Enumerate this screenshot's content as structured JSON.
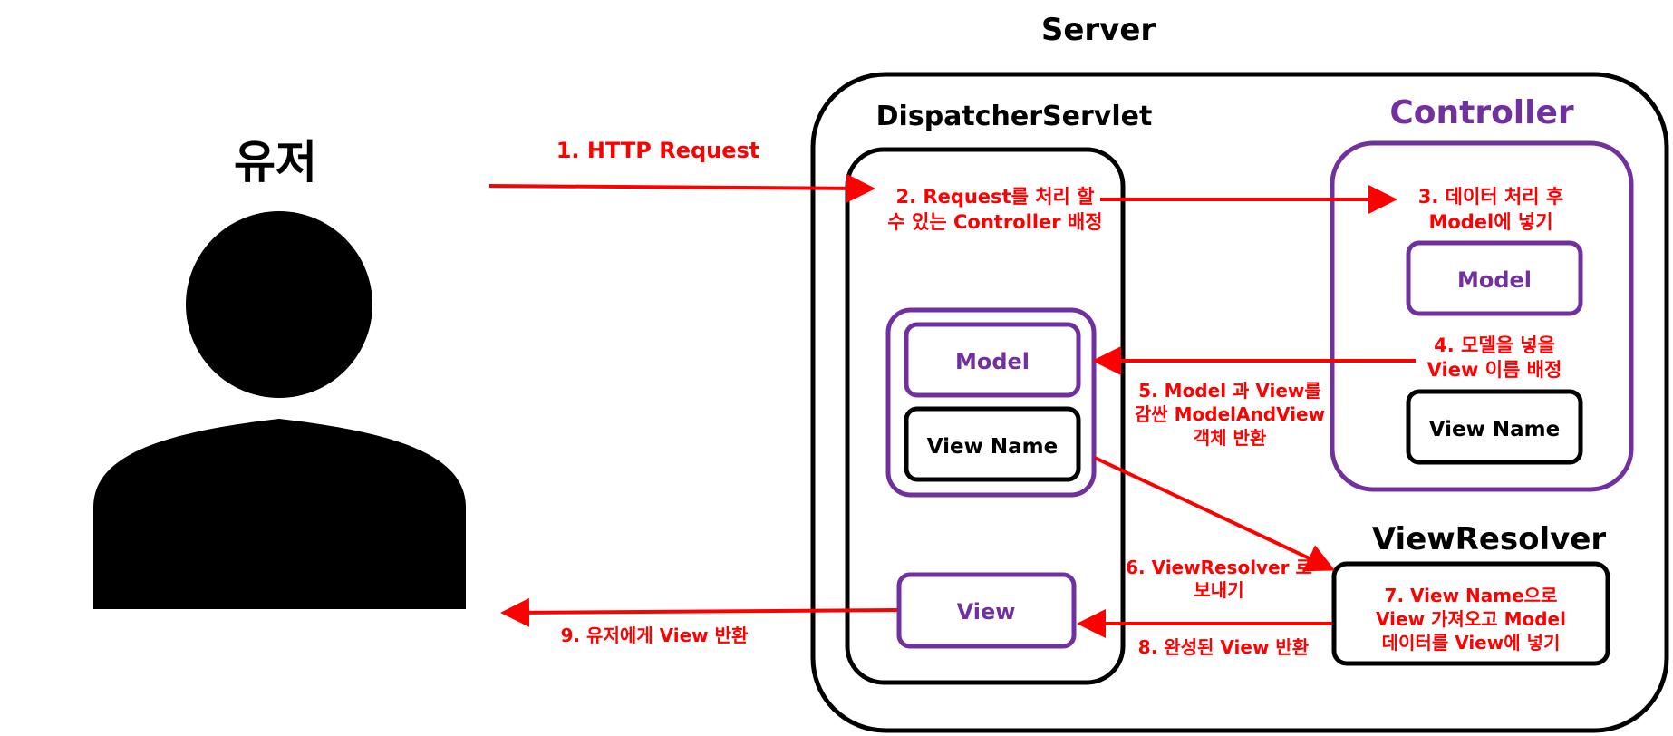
{
  "title": "Server",
  "user": {
    "label": "유저"
  },
  "dispatcher": {
    "title": "DispatcherServlet",
    "model_label": "Model",
    "view_name_label": "View Name",
    "view_label": "View"
  },
  "controller": {
    "title": "Controller",
    "model_label": "Model",
    "view_name_label": "View Name"
  },
  "view_resolver": {
    "title": "ViewResolver"
  },
  "steps": {
    "s1": "1. HTTP Request",
    "s2_line1": "2. Request를 처리 할",
    "s2_line2": "수 있는 Controller 배정",
    "s3_line1": "3. 데이터 처리 후",
    "s3_line2": "Model에 넣기",
    "s4_line1": "4. 모델을 넣을",
    "s4_line2": "View 이름 배정",
    "s5_line1": "5. Model 과 View를",
    "s5_line2": "감싼 ModelAndView",
    "s5_line3": "객체 반환",
    "s6_line1": "6. ViewResolver 로",
    "s6_line2": "보내기",
    "s7_line1": "7. View Name으로",
    "s7_line2": "View 가져오고 Model",
    "s7_line3": "데이터를 View에 넣기",
    "s8": "8. 완성된 View 반환",
    "s9": "9. 유저에게 View 반환"
  },
  "colors": {
    "arrow": "#ff0000",
    "controller": "#7030a0",
    "outline": "#000000"
  }
}
